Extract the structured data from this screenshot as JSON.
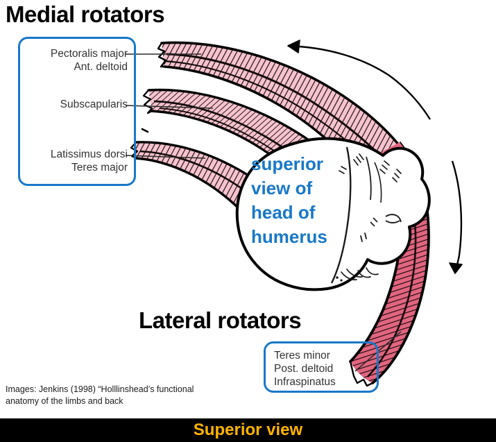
{
  "headings": {
    "medial": "Medial rotators",
    "lateral": "Lateral rotators"
  },
  "callout_medial": {
    "groups": [
      {
        "lines": [
          "Pectoralis major",
          "Ant. deltoid"
        ]
      },
      {
        "lines": [
          "Subscapularis"
        ]
      },
      {
        "lines": [
          "Latissimus dorsi",
          "Teres major"
        ]
      }
    ]
  },
  "callout_lateral": {
    "groups": [
      {
        "lines": [
          "Teres minor",
          "Post. deltoid",
          "Infraspinatus"
        ]
      }
    ]
  },
  "center_label": {
    "lines": [
      "superior",
      "view of",
      "head of",
      "humerus"
    ]
  },
  "citation": {
    "line1": "Images: Jenkins (1998) “Holllinshead’s functional",
    "line2": "anatomy of the limbs and back"
  },
  "banner": {
    "text": "Superior view"
  },
  "colors": {
    "callout_border": "#1878c8",
    "center_label": "#1878c8",
    "banner_background": "#000000",
    "banner_text": "#ffb400",
    "muscle_medial_fill": "#f6c3ce",
    "muscle_lateral_fill": "#e2657f",
    "ink": "#000000"
  },
  "figure": {
    "description": "superior (axial) view of the head of the humerus with medial rotator muscle bands sweeping from upper-left around the top, and the lateral rotator muscle band along the right side",
    "medial_bands": [
      {
        "name": "pectoralis-major-ant-deltoid-band"
      },
      {
        "name": "subscapularis-band"
      },
      {
        "name": "latissimus-dorsi-teres-major-band"
      }
    ],
    "lateral_bands": [
      {
        "name": "teres-minor-post-deltoid-infraspinatus-band"
      }
    ],
    "arrows": [
      {
        "name": "medial-rotation-arrow",
        "direction": "left"
      },
      {
        "name": "lateral-rotation-arrow",
        "direction": "down"
      }
    ],
    "leader_lines": [
      {
        "name": "leader-pectoralis"
      },
      {
        "name": "leader-subscapularis"
      },
      {
        "name": "leader-latissimus"
      },
      {
        "name": "leader-lateral-group"
      }
    ]
  }
}
